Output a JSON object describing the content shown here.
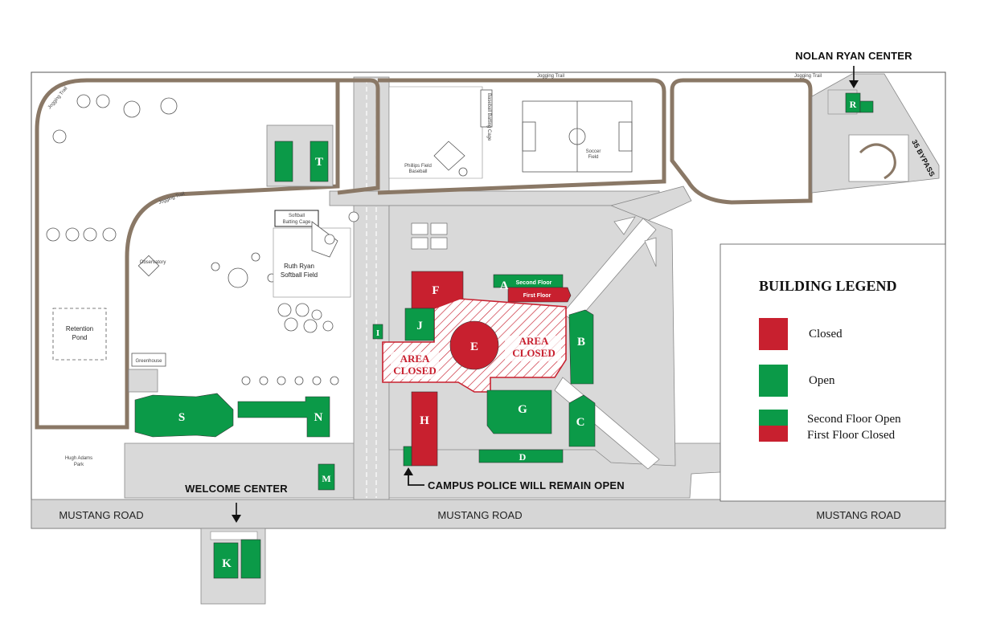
{
  "colors": {
    "closed": "#c8202f",
    "open": "#0b9a48",
    "road": "#d6d6d6",
    "track": "#8a7866",
    "line": "#555555"
  },
  "roads": {
    "mustang_left": "MUSTANG ROAD",
    "mustang_center": "MUSTANG ROAD",
    "mustang_right": "MUSTANG ROAD",
    "bypass": "35 BYPASS"
  },
  "callouts": {
    "nolan_ryan": "NOLAN RYAN CENTER",
    "welcome": "WELCOME CENTER",
    "police": "CAMPUS POLICE WILL REMAIN OPEN"
  },
  "areas": {
    "closed_left_1": "AREA",
    "closed_left_2": "CLOSED",
    "closed_right_1": "AREA",
    "closed_right_2": "CLOSED"
  },
  "places": {
    "retention_1": "Retention",
    "retention_2": "Pond",
    "observatory": "Observatory",
    "greenhouse": "Greenhouse",
    "softball_cage_1": "Softball",
    "softball_cage_2": "Batting Cage",
    "ruth_ryan_1": "Ruth Ryan",
    "ruth_ryan_2": "Softball Field",
    "phillips_1": "Phillips Field",
    "phillips_2": "Baseball",
    "soccer_1": "Soccer",
    "soccer_2": "Field",
    "hugh_adams_1": "Hugh Adams",
    "hugh_adams_2": "Park",
    "batting_cage_vert": "Baseball Batting Cage",
    "jogging_trail": "Jogging Trail",
    "second_floor": "Second Floor",
    "first_floor": "First Floor"
  },
  "buildings": {
    "A": "A",
    "B": "B",
    "C": "C",
    "D": "D",
    "E": "E",
    "F": "F",
    "G": "G",
    "H": "H",
    "I": "I",
    "J": "J",
    "K": "K",
    "M": "M",
    "N": "N",
    "R": "R",
    "S": "S",
    "T": "T"
  },
  "legend": {
    "title": "BUILDING LEGEND",
    "closed": "Closed",
    "open": "Open",
    "second_floor_open": "Second Floor Open",
    "first_floor_closed": "First Floor Closed"
  }
}
